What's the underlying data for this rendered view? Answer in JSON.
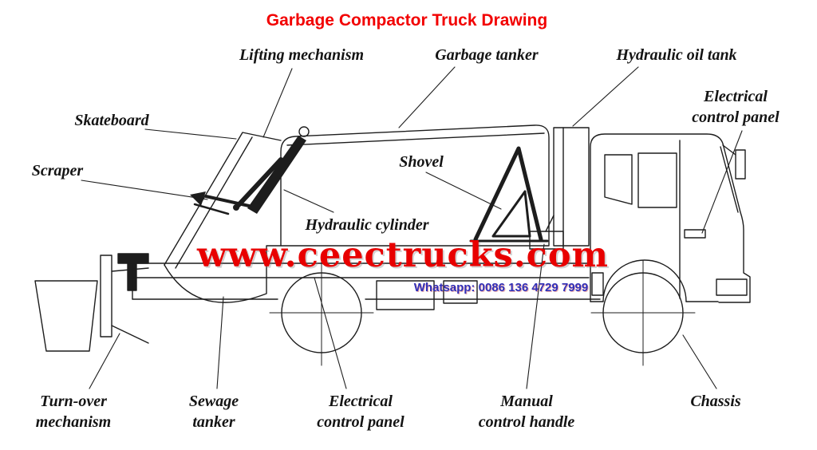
{
  "title": "Garbage Compactor Truck Drawing",
  "watermark": {
    "site": "www.ceectrucks.com",
    "whatsapp_line": "Whatsapp: 0086 136 4729 7999"
  },
  "colors": {
    "title_red": "#f20000",
    "watermark_red": "#e80000",
    "whatsapp_blue": "#3030b8",
    "line_ink": "#1d1d1d"
  },
  "labels": {
    "lifting_mechanism": "Lifting mechanism",
    "garbage_tanker": "Garbage tanker",
    "hydraulic_oil_tank": "Hydraulic oil tank",
    "electrical_control_panel_top": "Electrical\ncontrol panel",
    "skateboard": "Skateboard",
    "scraper": "Scraper",
    "shovel": "Shovel",
    "hydraulic_cylinder": "Hydraulic cylinder",
    "turn_over_mechanism": "Turn-over\nmechanism",
    "sewage_tanker": "Sewage\ntanker",
    "electrical_control_panel_bottom": "Electrical\ncontrol panel",
    "manual_control_handle": "Manual\ncontrol handle",
    "chassis": "Chassis"
  }
}
